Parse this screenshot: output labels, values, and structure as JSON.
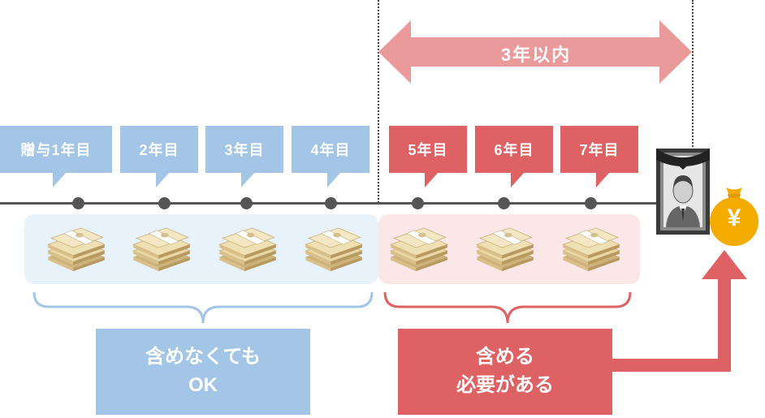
{
  "period_label": "3年以内",
  "years": [
    {
      "label": "贈与1年目",
      "included": false
    },
    {
      "label": "2年目",
      "included": false
    },
    {
      "label": "3年目",
      "included": false
    },
    {
      "label": "4年目",
      "included": false
    },
    {
      "label": "5年目",
      "included": true
    },
    {
      "label": "6年目",
      "included": true
    },
    {
      "label": "7年目",
      "included": true
    }
  ],
  "excluded_box": {
    "line1": "含めなくても",
    "line2": "OK"
  },
  "included_box": {
    "line1": "含める",
    "line2": "必要がある"
  },
  "yen_symbol": "¥",
  "colors": {
    "blue": "#a3c6e6",
    "red": "#de6163",
    "pink_arrow": "#eb9a9c",
    "light_blue": "#e8f2fb",
    "light_red": "#fbe7e7"
  }
}
